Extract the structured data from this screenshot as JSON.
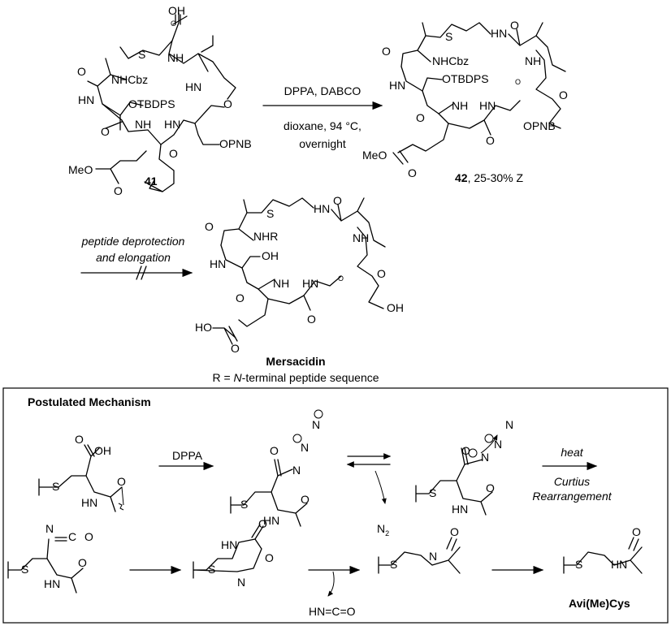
{
  "compounds": {
    "c41": {
      "label": "41",
      "atoms": [
        "OH",
        "O",
        "S",
        "NH",
        "NHCbz",
        "HN",
        "O",
        "HN",
        "O",
        "OTBDPS",
        "O",
        "NH",
        "HN",
        "O",
        "OPNB",
        "MeO",
        "O"
      ]
    },
    "c42": {
      "label": "42",
      "yield": ", 25-30% Z",
      "atoms": [
        "S",
        "HN",
        "O",
        "O",
        "NHCbz",
        "NH",
        "HN",
        "OTBDPS",
        "O",
        "O",
        "NH",
        "HN",
        "OPNB",
        "O",
        "O",
        "MeO",
        "O"
      ]
    },
    "mersacidin": {
      "name": "Mersacidin",
      "r_def_prefix": "R = ",
      "r_def_italic": "N",
      "r_def_suffix": "-terminal peptide sequence",
      "atoms": [
        "S",
        "HN",
        "O",
        "O",
        "NHR",
        "NH",
        "HN",
        "OH",
        "O",
        "O",
        "NH",
        "HN",
        "O",
        "OH",
        "O",
        "HO",
        "O"
      ]
    }
  },
  "reaction1": {
    "reagents": "DPPA, DABCO",
    "conditions_line1": "dioxane, 94 °C,",
    "conditions_line2": "overnight"
  },
  "reaction2": {
    "line1": "peptide deprotection",
    "line2": "and elongation"
  },
  "mechanism": {
    "title": "Postulated Mechanism",
    "step1_reagent": "DPPA",
    "step3_reagent": "heat",
    "step3_name_line1": "Curtius",
    "step3_name_line2": "Rearrangement",
    "byproduct_n2": "N",
    "byproduct_n2_sub": "2",
    "byproduct_hnco": "HN=C=O",
    "product_name": "Avi(Me)Cys",
    "mol1_atoms": [
      "OH",
      "O",
      "S",
      "HN",
      "O"
    ],
    "mol2_atoms": [
      "O",
      "N",
      "N",
      "N",
      "S",
      "HN",
      "O"
    ],
    "mol3_atoms": [
      "O",
      "N",
      "N",
      "N",
      "S",
      "HN",
      "O"
    ],
    "mol4_atoms": [
      "N",
      "C",
      "O",
      "S",
      "HN",
      "O"
    ],
    "mol5_atoms": [
      "HN",
      "O",
      "O",
      "S",
      "N"
    ],
    "mol6_atoms": [
      "S",
      "N",
      "O"
    ],
    "mol7_atoms": [
      "S",
      "HN",
      "O"
    ]
  }
}
